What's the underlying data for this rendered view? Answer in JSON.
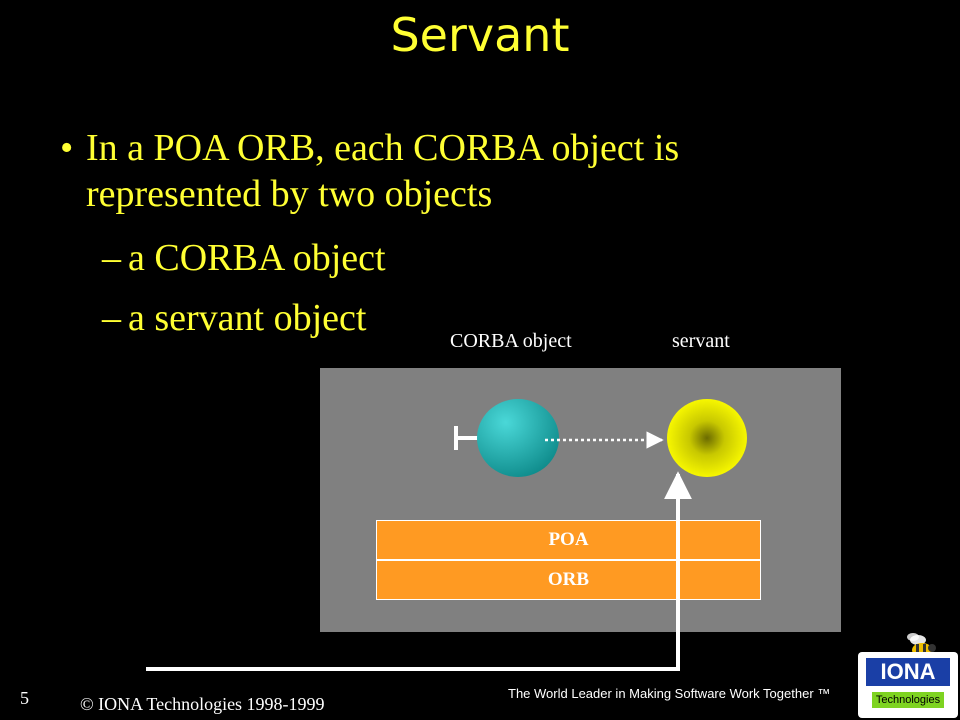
{
  "slide": {
    "title": "Servant",
    "bullet": {
      "marker": "•",
      "line1": "In a POA ORB, each CORBA object is",
      "line2": "represented by two objects"
    },
    "sub_bullets": [
      {
        "marker": "–",
        "text": "a CORBA object"
      },
      {
        "marker": "–",
        "text": "a servant object"
      }
    ]
  },
  "diagram": {
    "corba_object_label": "CORBA object",
    "servant_label": "servant",
    "poa_label": "POA",
    "orb_label": "ORB",
    "colors": {
      "box": "#808080",
      "layer": "#ff9a22",
      "corba_object": "#1aa6a6",
      "servant": "#ffff00"
    }
  },
  "footer": {
    "page_number": "5",
    "copyright": "© IONA Technologies 1998-1999",
    "tagline": "The World Leader in Making Software Work Together ™",
    "logo_text": "IONA",
    "logo_subtext": "Technologies"
  }
}
